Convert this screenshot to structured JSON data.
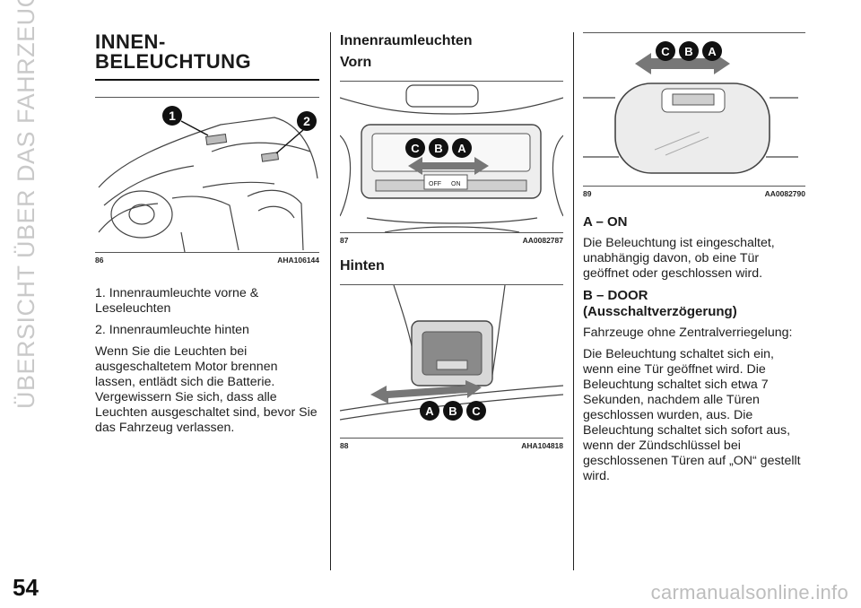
{
  "side_title": "ÜBERSICHT ÜBER DAS FAHRZEUG",
  "page_number": "54",
  "left": {
    "title_line1": "INNEN-",
    "title_line2": "BELEUCHTUNG",
    "figure": {
      "number": "86",
      "code": "AHA106144",
      "callout_1": "1",
      "callout_2": "2"
    },
    "items": [
      "1. Innenraumleuchte vorne & Leseleuchten",
      "2. Innenraumleuchte hinten"
    ],
    "note": "Wenn Sie die Leuchten bei ausgeschaltetem Motor brennen lassen, entlädt sich die Batterie. Vergewissern Sie sich, dass alle Leuchten ausgeschaltet sind, bevor Sie das Fahrzeug verlassen."
  },
  "middle": {
    "heading": "Innenraumleuchten",
    "subheading_front": "Vorn",
    "figure_front": {
      "number": "87",
      "code": "AA0082787",
      "letters": [
        "C",
        "B",
        "A"
      ],
      "switch_off": "OFF",
      "switch_on": "ON"
    },
    "subheading_rear": "Hinten",
    "figure_rear": {
      "number": "88",
      "code": "AHA104818",
      "letters": [
        "A",
        "B",
        "C"
      ]
    }
  },
  "right": {
    "figure": {
      "number": "89",
      "code": "AA0082790",
      "letters": [
        "C",
        "B",
        "A"
      ]
    },
    "sections": [
      {
        "title": "A – ON",
        "paragraphs": [
          "Die Beleuchtung ist eingeschaltet, unabhängig davon, ob eine Tür geöffnet oder geschlossen wird."
        ]
      },
      {
        "title": "B – DOOR (Ausschaltverzögerung)",
        "paragraphs": [
          "Fahrzeuge ohne Zentralverriegelung:",
          "Die Beleuchtung schaltet sich ein, wenn eine Tür geöffnet wird. Die Beleuchtung schaltet sich etwa 7 Sekunden, nachdem alle Türen geschlossen wurden, aus. Die Beleuchtung schaltet sich sofort aus, wenn der Zündschlüssel bei geschlossenen Türen auf „ON“ gestellt wird."
        ]
      }
    ]
  },
  "watermark": "carmanualsonline.info"
}
